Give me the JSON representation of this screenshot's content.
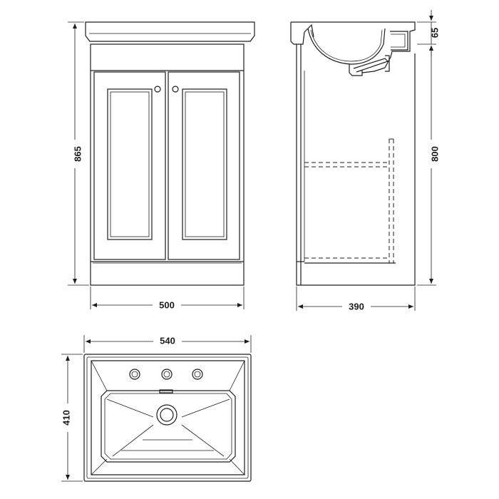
{
  "dimensions": {
    "front_width": "500",
    "front_height": "865",
    "side_depth": "390",
    "side_height": "800",
    "basin_lip": "65",
    "basin_width": "540",
    "basin_depth": "410"
  }
}
